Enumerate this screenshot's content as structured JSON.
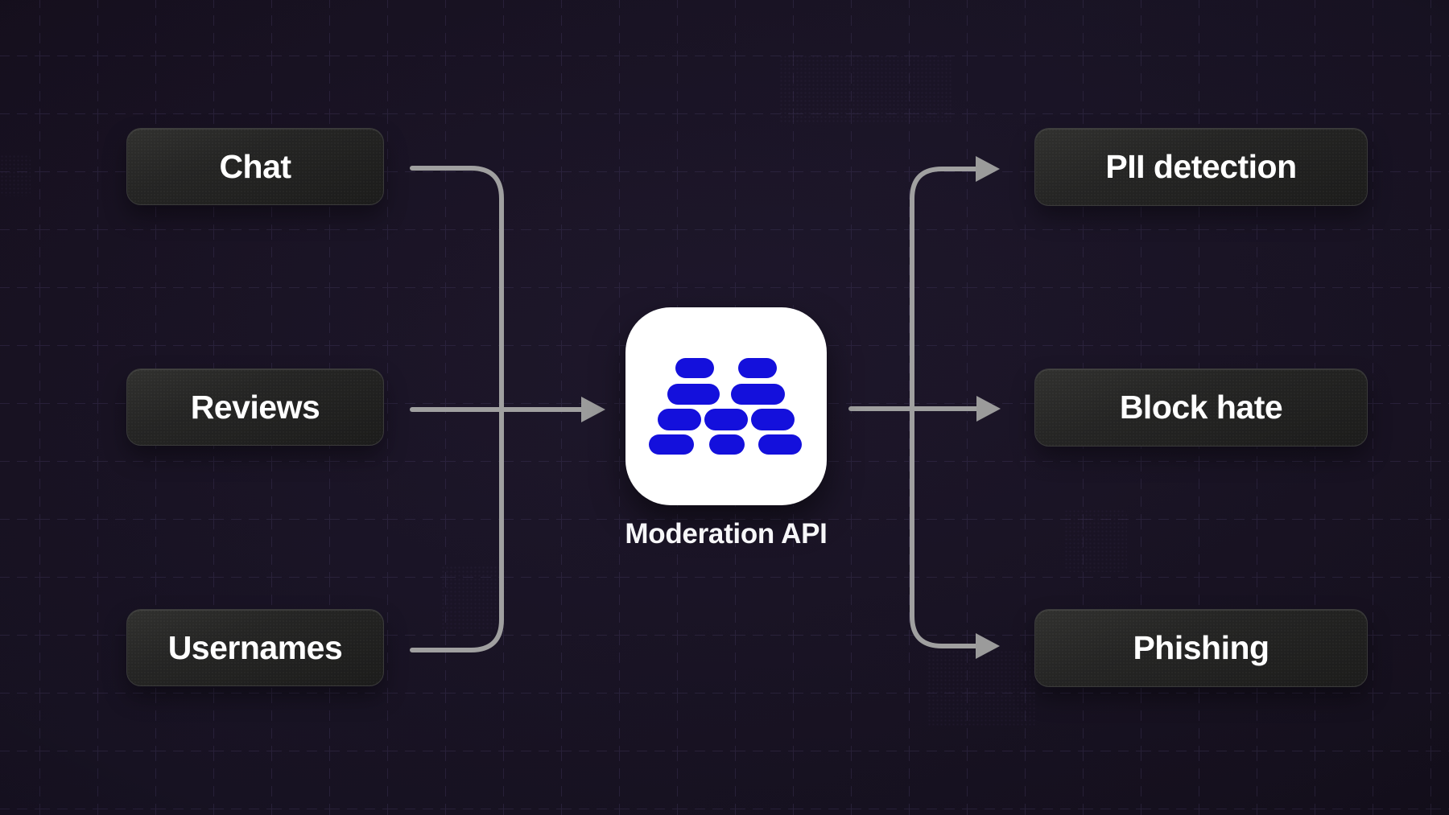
{
  "diagram": {
    "inputs": [
      {
        "id": "chat",
        "label": "Chat"
      },
      {
        "id": "reviews",
        "label": "Reviews"
      },
      {
        "id": "usernames",
        "label": "Usernames"
      }
    ],
    "center": {
      "label": "Moderation API",
      "icon": "brick-stack-logo"
    },
    "outputs": [
      {
        "id": "pii-detection",
        "label": "PII detection"
      },
      {
        "id": "block-hate",
        "label": "Block hate"
      },
      {
        "id": "phishing",
        "label": "Phishing"
      }
    ]
  },
  "colors": {
    "background": "#171221",
    "node_fill": "#262625",
    "node_text": "#ffffff",
    "arrow": "#a0a0a0",
    "arrowhead": "#9b9b9b",
    "grid_line": "#3d3458",
    "brand_blue": "#1410dc",
    "icon_background": "#ffffff"
  }
}
